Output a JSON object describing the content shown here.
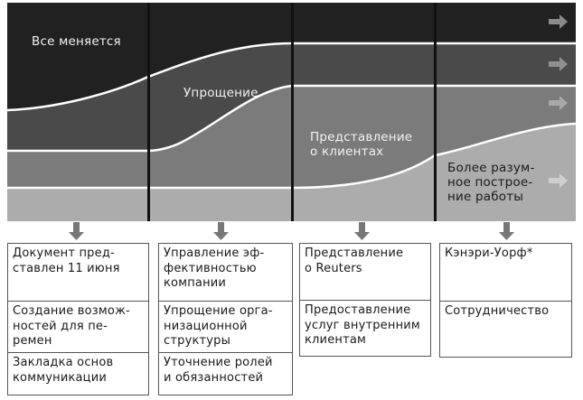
{
  "colors": {
    "band1": "#212121",
    "band2": "#4a4a4a",
    "band3": "#7b7b7b",
    "band4": "#acacac",
    "divider": "#111111",
    "separator": "#ffffff",
    "arrow": "#8a8a8a",
    "box_border": "#555555"
  },
  "bands": [
    {
      "label": "Все меняется"
    },
    {
      "label": "Упрощение"
    },
    {
      "label": "Представление\nо клиентах",
      "line1": "Представление",
      "line2": "о клиентах"
    },
    {
      "label": "Более разумное построение работы",
      "line1": "Более разум-",
      "line2": "ное построе-",
      "line3": "ние работы"
    }
  ],
  "columns": [
    {
      "cells": [
        {
          "line1": "Документ пред-",
          "line2": "ставлен 11 июня"
        },
        {
          "line1": "Создание возмож-",
          "line2": "ностей для пе-",
          "line3": "ремен"
        },
        {
          "line1": "Закладка основ",
          "line2": "коммуникации"
        }
      ]
    },
    {
      "cells": [
        {
          "line1": "Управление эф-",
          "line2": "фективностью",
          "line3": "компании"
        },
        {
          "line1": "Упрощение орга-",
          "line2": "низационной",
          "line3": "структуры"
        },
        {
          "line1": "Уточнение ролей",
          "line2": "и обязанностей"
        }
      ]
    },
    {
      "cells": [
        {
          "line1": "Представление",
          "line2": "о Reuters"
        },
        {
          "line1": "Предоставление",
          "line2": "услуг внутренним",
          "line3": "клиентам"
        }
      ]
    },
    {
      "cells": [
        {
          "line1": "Кэнэри-Уорф*"
        },
        {
          "line1": "Сотрудничество"
        }
      ]
    }
  ],
  "icons": {
    "right_arrow": "right-arrow-icon",
    "down_arrow": "down-arrow-icon"
  }
}
